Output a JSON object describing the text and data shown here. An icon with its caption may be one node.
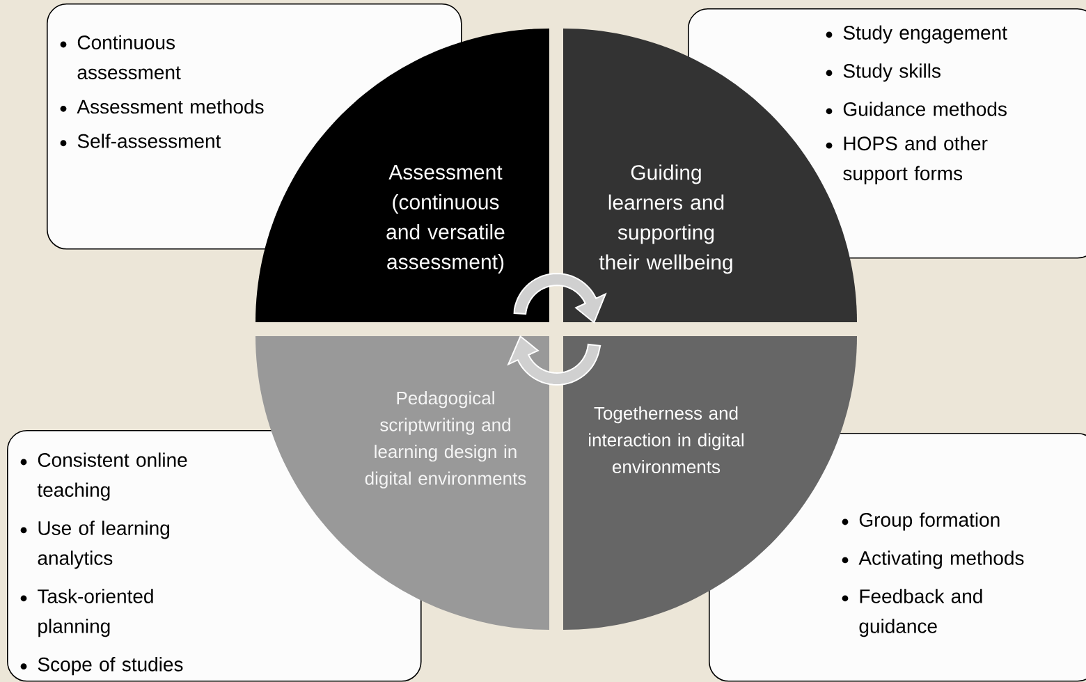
{
  "diagram": {
    "nodes": [
      {
        "text": [
          "Continuous assessment",
          "Assessment methods",
          "Self-assessment"
        ]
      },
      {
        "text": [
          "Study engagement",
          "Study skills",
          "Guidance methods",
          "HOPS and other support forms"
        ]
      },
      {
        "text": [
          "Assessment (continuous and versatile assessment)"
        ]
      },
      {
        "text": [
          "Guiding learners and supporting their wellbeing"
        ]
      },
      {
        "text": [
          "Pedagogical scriptwriting and learning design in digital environments"
        ]
      },
      {
        "text": [
          "Togetherness and interaction in digital environments"
        ]
      },
      {
        "text": [
          "Consistent online teaching",
          "Use of learning analytics",
          "Task-oriented planning",
          "Scope of studies"
        ]
      },
      {
        "text": [
          "Group formation",
          "Activating methods",
          "Feedback and guidance"
        ]
      }
    ],
    "edges": [
      {
        "from": 2,
        "to": 3,
        "arrow": "to"
      },
      {
        "from": 5,
        "to": 4,
        "arrow": "to"
      }
    ]
  }
}
